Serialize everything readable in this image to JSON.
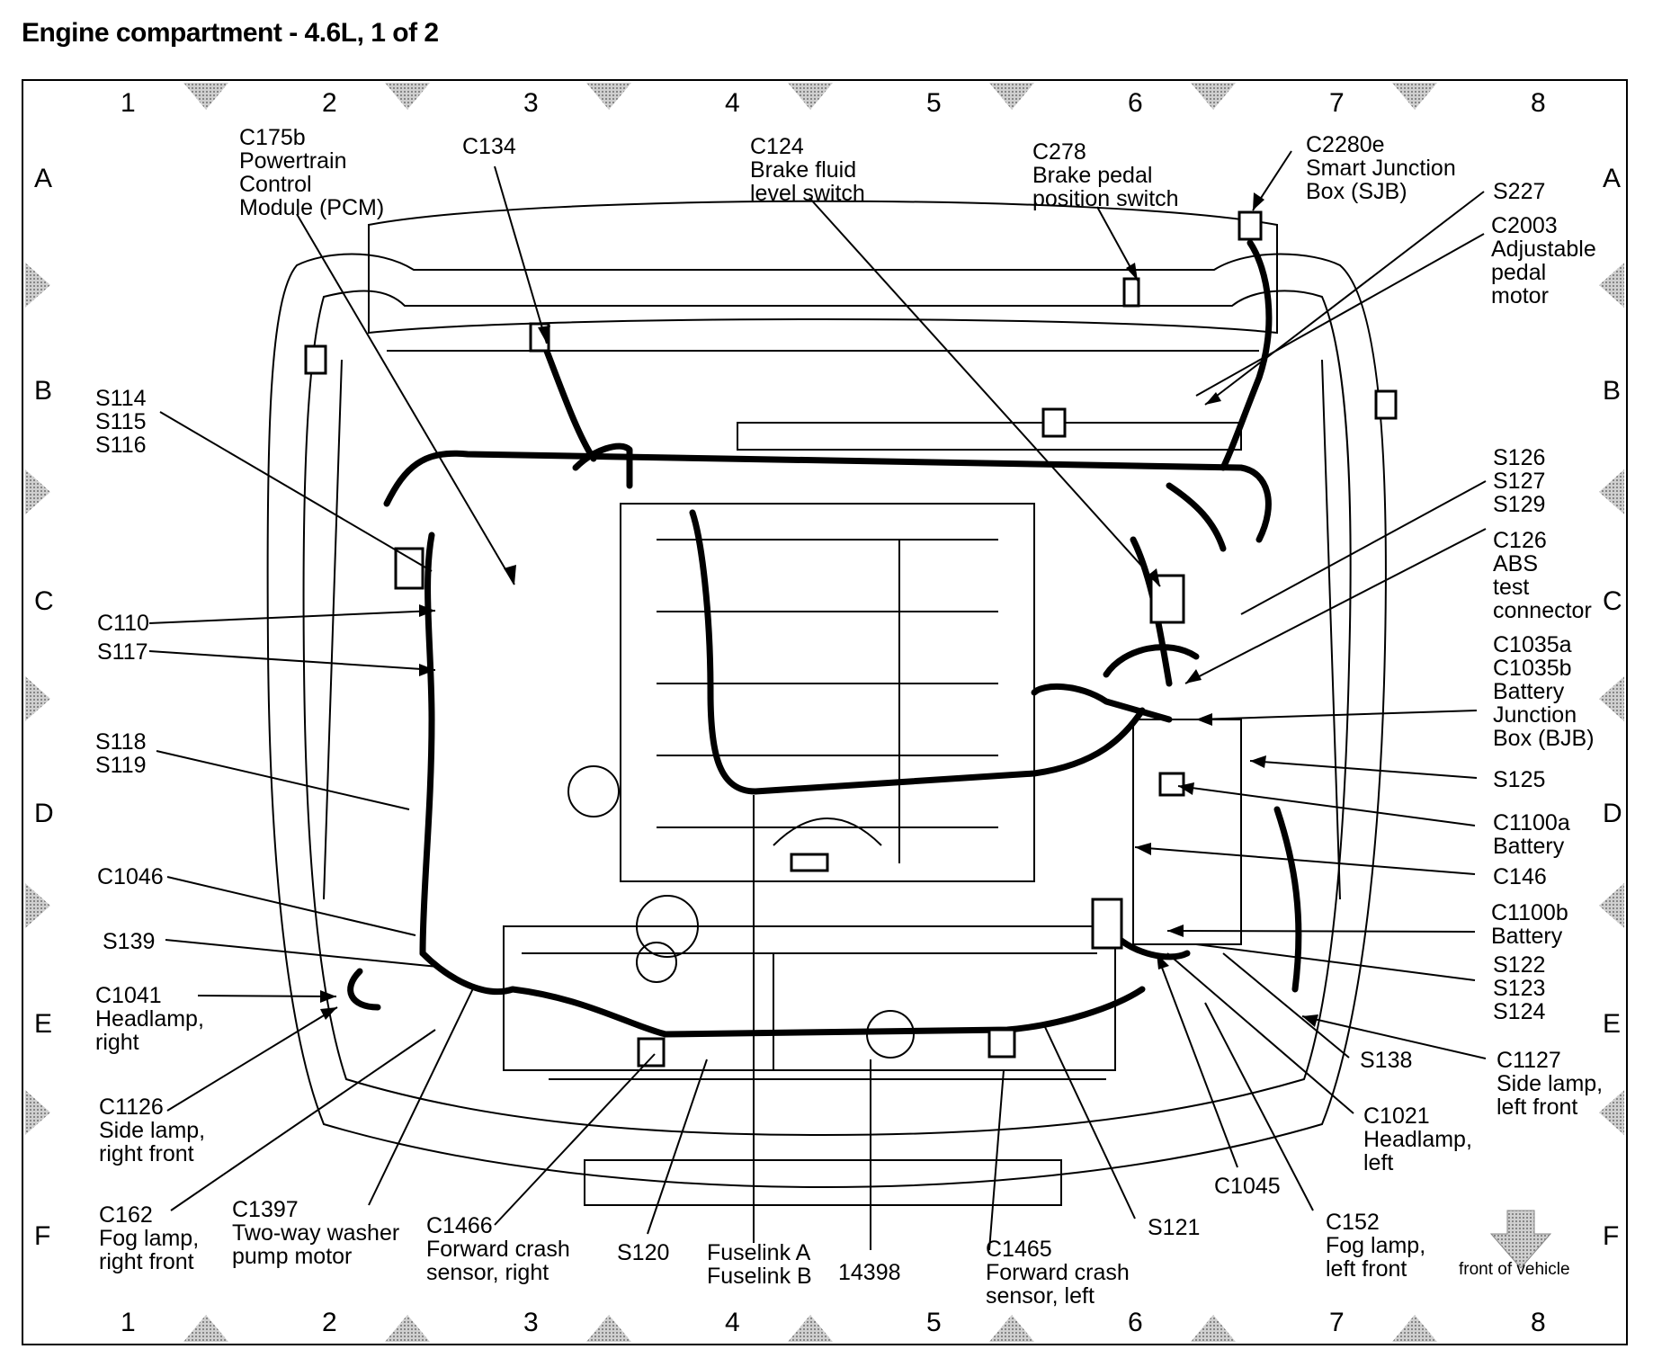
{
  "title": "Engine compartment - 4.6L, 1 of 2",
  "grid": {
    "columns": [
      "1",
      "2",
      "3",
      "4",
      "5",
      "6",
      "7",
      "8"
    ],
    "rows": [
      "A",
      "B",
      "C",
      "D",
      "E",
      "F"
    ]
  },
  "labels": {
    "c175b": "C175b\nPowertrain\nControl\nModule (PCM)",
    "c134": "C134",
    "c124": "C124\nBrake fluid\nlevel switch",
    "c278": "C278\nBrake pedal\nposition switch",
    "c2280e": "C2280e\nSmart Junction\nBox (SJB)",
    "s227": "S227",
    "c2003": "C2003\nAdjustable\npedal\nmotor",
    "s114": "S114\nS115\nS116",
    "s126": "S126\nS127\nS129",
    "c126": "C126\nABS\ntest\nconnector",
    "c110": "C110",
    "s117": "S117",
    "c1035": "C1035a\nC1035b\nBattery\nJunction\nBox (BJB)",
    "s118": "S118\nS119",
    "s125": "S125",
    "c1100a": "C1100a\nBattery",
    "c1046": "C1046",
    "c146": "C146",
    "c1100b": "C1100b\nBattery",
    "s139": "S139",
    "s122": "S122\nS123\nS124",
    "c1041": "C1041\nHeadlamp,\nright",
    "s138": "S138",
    "c1127": "C1127\nSide lamp,\nleft front",
    "c1126": "C1126\nSide lamp,\nright front",
    "c1021": "C1021\nHeadlamp,\nleft",
    "c1045": "C1045",
    "c162": "C162\nFog lamp,\nright front",
    "c1397": "C1397\nTwo-way washer\npump motor",
    "c1466": "C1466\nForward crash\nsensor, right",
    "s120": "S120",
    "fuselink": "Fuselink A\nFuselink B",
    "n14398": "14398",
    "c1465": "C1465\nForward crash\nsensor, left",
    "s121": "S121",
    "c152": "C152\nFog lamp,\nleft front",
    "front": "front of vehicle"
  },
  "colors": {
    "line": "#000000",
    "marker": "#9a9a9a",
    "background": "#ffffff"
  }
}
